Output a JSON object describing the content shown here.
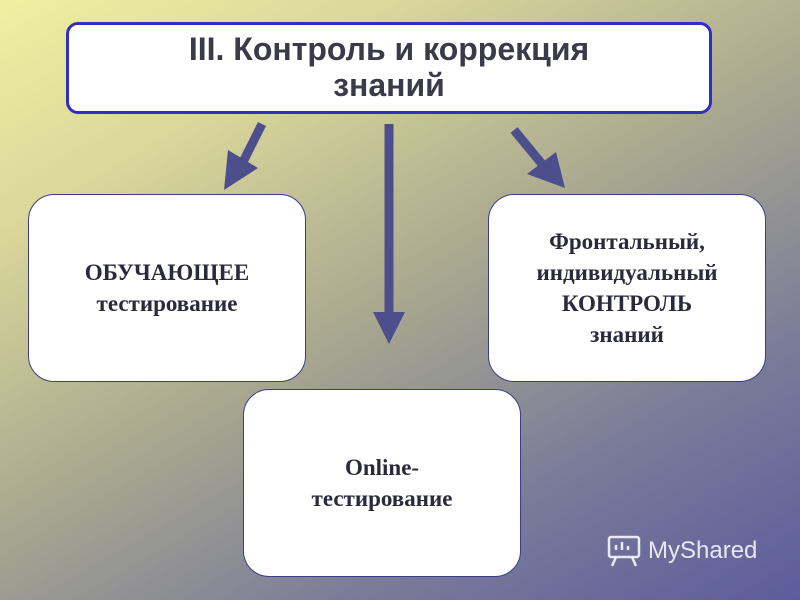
{
  "title": {
    "line1": "III. Контроль и коррекция",
    "line2": "знаний"
  },
  "nodes": {
    "left": {
      "line1": "ОБУЧАЮЩЕЕ",
      "line2": "тестирование"
    },
    "right": {
      "line1": "Фронтальный,",
      "line2": "индивидуальный",
      "line3": "КОНТРОЛЬ",
      "line4": "знаний"
    },
    "bottom": {
      "line1": "Online-",
      "line2": "тестирование"
    }
  },
  "watermark": {
    "text": "MyShared"
  },
  "colors": {
    "arrow": "#4c4f8c",
    "title_border": "#2f2fc2",
    "node_border": "#3b3d8a",
    "background_top": "#f1efa1",
    "background_bottom": "#5d5c9d"
  }
}
